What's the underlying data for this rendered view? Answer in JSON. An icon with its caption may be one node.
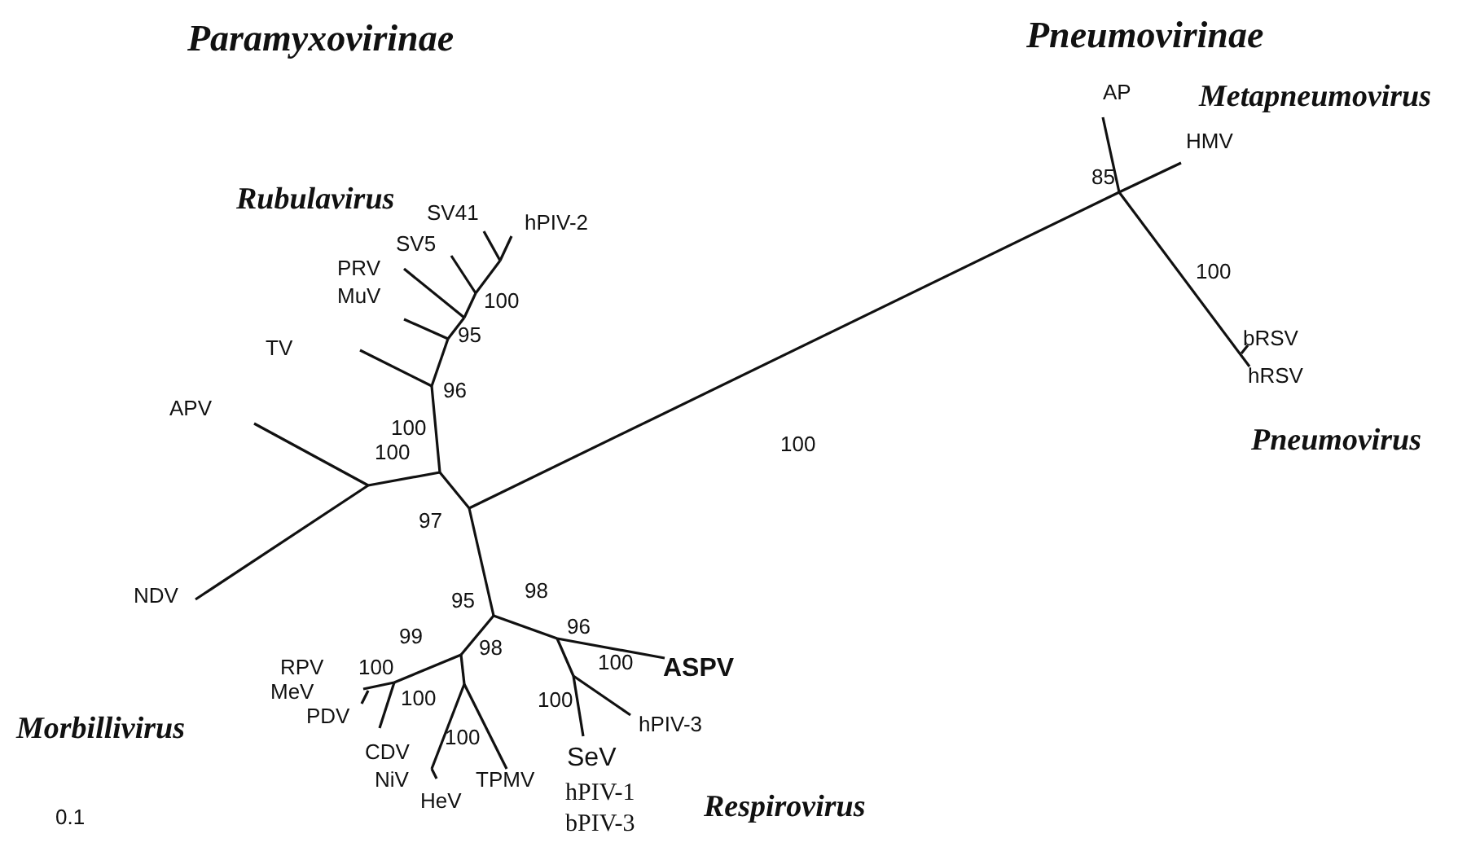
{
  "diagram": {
    "labels": [
      "Paramyxovirinae",
      "Pneumovirinae",
      "AP",
      "Metapneumovirus",
      "HMV",
      "85",
      "Rubulavirus",
      "SV41",
      "hPIV-2",
      "SV5",
      "PRV",
      "100",
      "100",
      "MuV",
      "95",
      "TV",
      "96",
      "bRSV",
      "APV",
      "100",
      "hRSV",
      "100",
      "Pneumovirus",
      "100",
      "97",
      "NDV",
      "98",
      "95",
      "96",
      "99",
      "98",
      "ASPV",
      "100",
      "RPV",
      "100",
      "MeV",
      "100",
      "100",
      "PDV",
      "hPIV-3",
      "Morbillivirus",
      "100",
      "CDV",
      "SeV",
      "NiV",
      "TPMV",
      "hPIV-1",
      "HeV",
      "Respirovirus",
      "0.1",
      "bPIV-3"
    ]
  }
}
